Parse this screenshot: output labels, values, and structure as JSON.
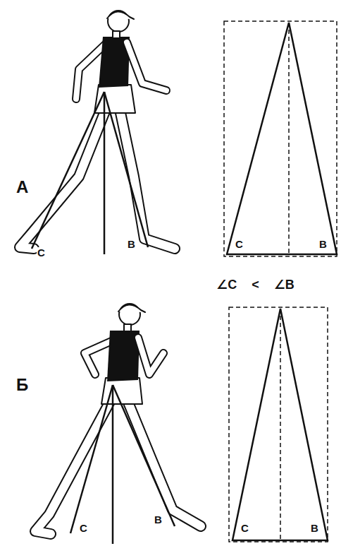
{
  "diagram": {
    "labels": [
      "А",
      "С",
      "В",
      "С",
      "В",
      "∠С < ∠В",
      "Б",
      "С",
      "В",
      "С",
      "В"
    ]
  }
}
